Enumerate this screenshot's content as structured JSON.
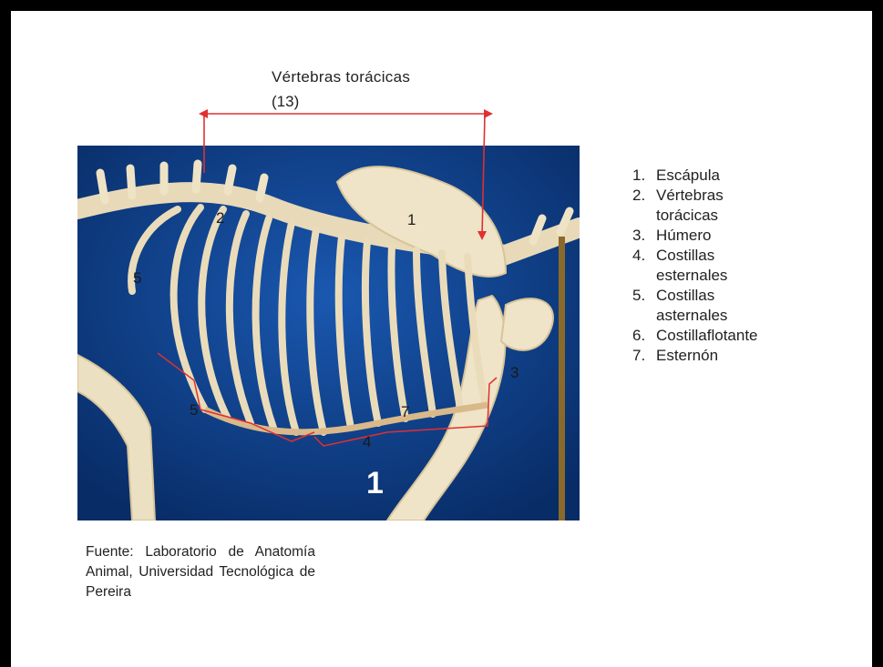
{
  "header": {
    "title": "Vértebras torácicas",
    "count": "(13)"
  },
  "photo": {
    "labels": [
      {
        "id": "l2",
        "text": "2"
      },
      {
        "id": "l1",
        "text": "1"
      },
      {
        "id": "l5a",
        "text": "5"
      },
      {
        "id": "l3",
        "text": "3"
      },
      {
        "id": "l5b",
        "text": "5"
      },
      {
        "id": "l7",
        "text": "7"
      },
      {
        "id": "l4",
        "text": "4"
      }
    ],
    "big_label": "1"
  },
  "legend": {
    "items": [
      {
        "num": "1.",
        "text": "Escápula"
      },
      {
        "num": "2.",
        "text": "Vértebras torácicas"
      },
      {
        "num": "3.",
        "text": "Húmero"
      },
      {
        "num": "4.",
        "text": "Costillas esternales"
      },
      {
        "num": "5.",
        "text": "Costillas asternales"
      },
      {
        "num": "6.",
        "text": "Costillaflotante"
      },
      {
        "num": "7.",
        "text": "Esternón"
      }
    ]
  },
  "source": "Fuente: Laboratorio de Anatomía Animal, Universidad Tecnológica de Pereira",
  "colors": {
    "photo_bg": "#0d3d86",
    "bone": "#ead9b4",
    "bracket": "#e03030",
    "border": "#000000"
  }
}
